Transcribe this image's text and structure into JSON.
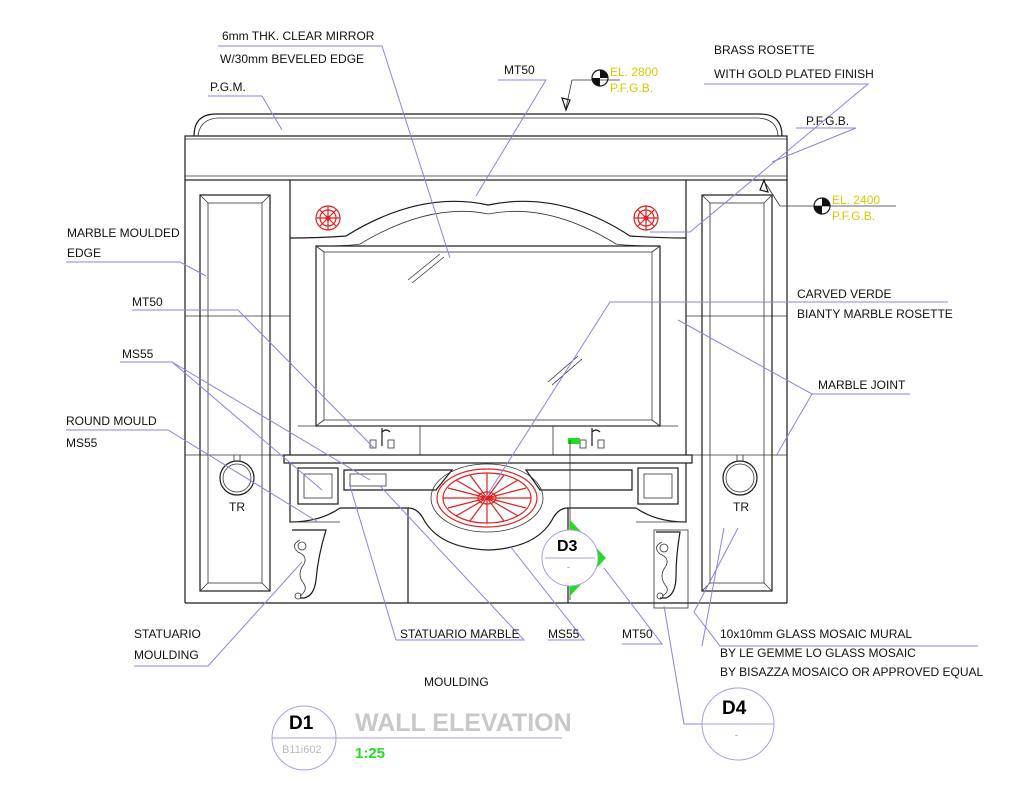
{
  "labels": {
    "mirror1": "6mm THK. CLEAR MIRROR",
    "mirror2": "W/30mm BEVELED EDGE",
    "mt50_top": "MT50",
    "brass1": "BRASS ROSETTE",
    "brass2": "WITH GOLD PLATED FINISH",
    "pgm": "P.G.M.",
    "pfgb": "P.F.G.B.",
    "marble_moulded1": "MARBLE MOULDED",
    "marble_moulded2": "EDGE",
    "mt50_left": "MT50",
    "carved1": "CARVED VERDE",
    "carved2": "BIANTY MARBLE ROSETTE",
    "ms55_left": "MS55",
    "marble_joint": "MARBLE JOINT",
    "round_mould1": "ROUND MOULD",
    "round_mould2": "MS55",
    "tr_left": "TR",
    "tr_right": "TR",
    "statuario_moulding1": "STATUARIO",
    "statuario_moulding2": "MOULDING",
    "statuario_marble": "STATUARIO MARBLE",
    "ms55_bottom": "MS55",
    "mt50_bottom": "MT50",
    "mosaic1": "10x10mm GLASS MOSAIC MURAL",
    "mosaic2": "BY LE GEMME LO GLASS MOSAIC",
    "mosaic3": "BY BISAZZA MOSAICO OR APPROVED EQUAL",
    "moulding": "MOULDING",
    "el_2800_a": "EL. 2800",
    "el_2800_b": "P.F.G.B.",
    "el_2400_a": "EL. 2400",
    "el_2400_b": "P.F.G.B."
  },
  "callouts": {
    "d3": "D3",
    "d3_sub": "-",
    "d4": "D4",
    "d4_sub": "-"
  },
  "title_block": {
    "id": "D1",
    "ref": "B11i602",
    "title": "WALL ELEVATION",
    "scale": "1:25"
  },
  "colors": {
    "leader": "#8c82e6",
    "rosette": "#e02020",
    "level_text": "#d8c800",
    "scale": "#22dd22",
    "title": "#c8c8c8"
  }
}
